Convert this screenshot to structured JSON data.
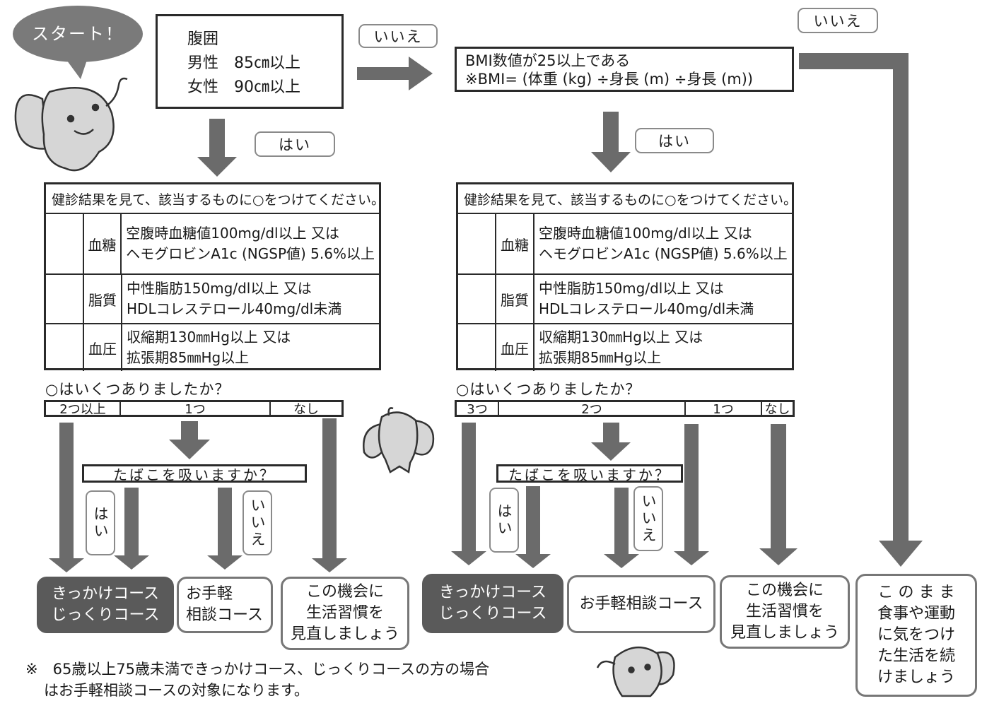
{
  "start": {
    "label": "スタート！"
  },
  "waist_box": {
    "lines": [
      "腹囲",
      "男性　85㎝以上",
      "女性　90㎝以上"
    ]
  },
  "bmi_box": {
    "lines": [
      "BMI数値が25以上である",
      "※BMI= (体重 (kg) ÷身長 (m) ÷身長 (m))"
    ]
  },
  "answers": {
    "yes": "はい",
    "no": "いいえ"
  },
  "criteria": {
    "header": "健診結果を見て、該当するものに○をつけてください。",
    "rows": [
      {
        "label": "血糖",
        "line1": "空腹時血糖値100mg/dl以上 又は",
        "line2": "ヘモグロビンA1c (NGSP値) 5.6%以上"
      },
      {
        "label": "脂質",
        "line1": "中性脂肪150mg/dl以上 又は",
        "line2": "HDLコレステロール40mg/dl未満"
      },
      {
        "label": "血圧",
        "line1": "収縮期130㎜Hg以上 又は",
        "line2": "拡張期85㎜Hg以上"
      }
    ]
  },
  "count_question": "○はいくつありましたか？",
  "left_choices": [
    "2つ以上",
    "1つ",
    "なし"
  ],
  "right_choices": [
    "3つ",
    "2つ",
    "1つ",
    "なし"
  ],
  "smoke_question": "たばこを吸いますか？",
  "results": {
    "kikkake": {
      "line1": "きっかけコース",
      "line2": "じっくりコース"
    },
    "otegaru_left": {
      "line1": "お手軽",
      "line2": "相談コース"
    },
    "otegaru_right": "お手軽相談コース",
    "review": {
      "line1": "この機会に",
      "line2": "生活習慣を",
      "line3": "見直しましょう"
    },
    "continue": {
      "line1": "こ の ま ま",
      "line2": "食事や運動",
      "line3": "に気をつけ",
      "line4": "た生活を続",
      "line5": "けましょう"
    }
  },
  "note": {
    "line1": "※　65歳以上75歳未満できっかけコース、じっくりコースの方の場合",
    "line2": "はお手軽相談コースの対象になります。"
  },
  "colors": {
    "arrow": "#6b6b6b",
    "dark_box": "#5a5a5a",
    "border": "#2a2a2a",
    "mascot": "#d4d4d4"
  }
}
